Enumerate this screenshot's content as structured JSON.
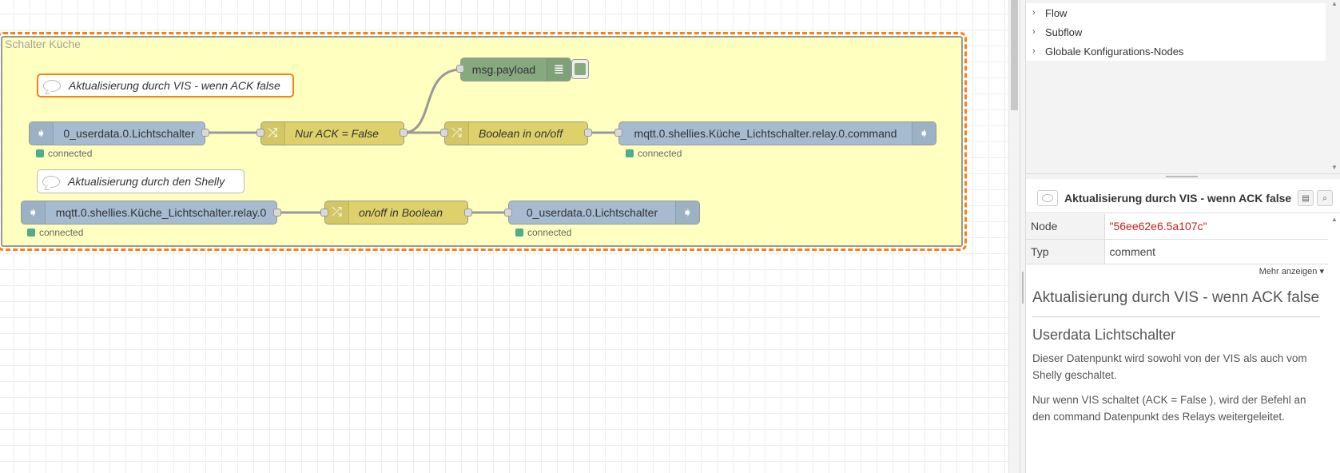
{
  "canvas": {
    "group_label": "Schalter Küche",
    "comments": [
      {
        "text": "Aktualisierung durch VIS - wenn ACK false"
      },
      {
        "text": "Aktualisierung durch den Shelly"
      }
    ],
    "nodes": {
      "in1": "0_userdata.0.Lichtschalter",
      "switch1": "Nur ACK = False",
      "change1": "Boolean in on/off",
      "out1": "mqtt.0.shellies.Küche_Lichtschalter.relay.0.command",
      "debug1": "msg.payload",
      "in2": "mqtt.0.shellies.Küche_Lichtschalter.relay.0",
      "change2": "on/off in Boolean",
      "out2": "0_userdata.0.Lichtschalter"
    },
    "status_text": "connected",
    "colors": {
      "input_output": "#a6bbcf",
      "function": "#dfd16a",
      "debug": "#87a980",
      "selection": "#ff7f0e",
      "group": "#ffffbf"
    }
  },
  "sidebar": {
    "tree_items": [
      "Flow",
      "Subflow",
      "Globale Konfigurations-Nodes"
    ],
    "info": {
      "title": "Aktualisierung durch VIS - wenn ACK false",
      "book_icon": "book-icon",
      "search_icon": "search-icon",
      "props": [
        {
          "key": "Node",
          "value": "\"56ee62e6.5a107c\""
        },
        {
          "key": "Typ",
          "value": "comment"
        }
      ],
      "more_label": "Mehr anzeigen ▾",
      "heading1": "Aktualisierung durch VIS - wenn ACK false",
      "heading2": "Userdata Lichtschalter",
      "paragraph1": "Dieser Datenpunkt wird sowohl von der VIS als auch vom Shelly geschaltet.",
      "paragraph2": "Nur wenn VIS schaltet (ACK = False ), wird der Befehl an den command Datenpunkt des Relays weitergeleitet."
    }
  }
}
